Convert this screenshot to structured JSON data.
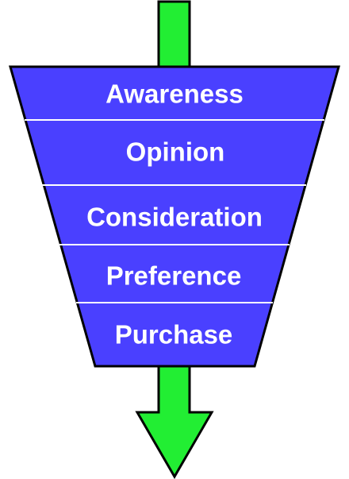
{
  "funnel": {
    "stages": [
      {
        "label": "Awareness"
      },
      {
        "label": "Opinion"
      },
      {
        "label": "Consideration"
      },
      {
        "label": "Preference"
      },
      {
        "label": "Purchase"
      }
    ]
  },
  "colors": {
    "funnel_fill": "#4a40ff",
    "arrow_fill": "#22ee33",
    "outline": "#000000",
    "divider": "#ffffff",
    "label_text": "#ffffff"
  }
}
